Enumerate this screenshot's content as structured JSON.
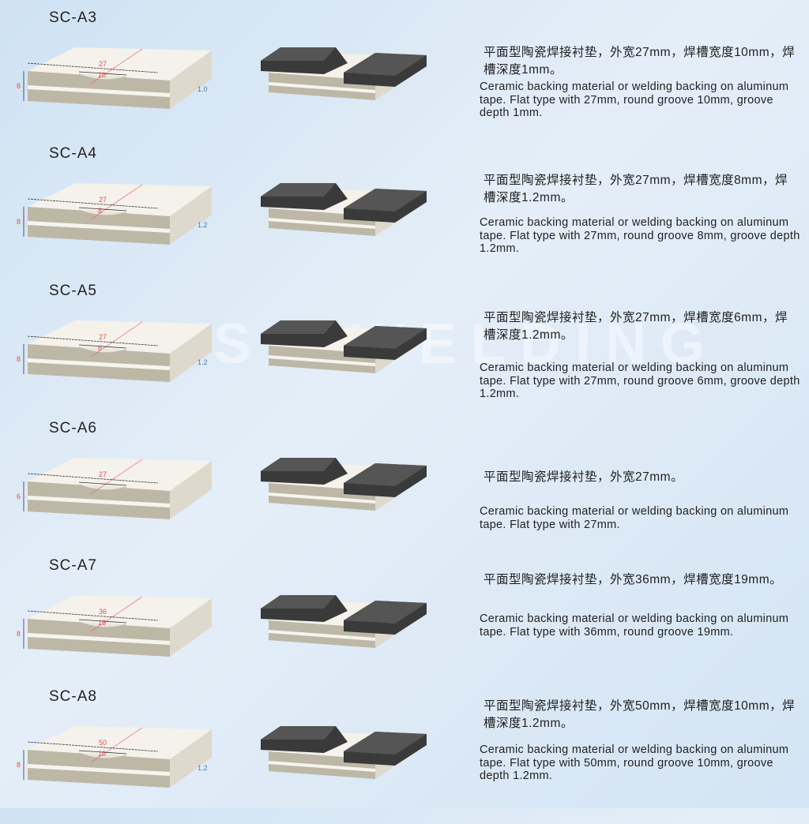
{
  "watermark": "SC WELDING",
  "colors": {
    "background": "#d6e6f5",
    "ceramic": "#f4f2ea",
    "ceramic_side": "#bdb8a6",
    "tape": "#3a3a3a",
    "dimension_label": "#e05050"
  },
  "products": [
    {
      "code": "SC-A3",
      "cn": "平面型陶瓷焊接衬垫，外宽27mm，焊槽宽度10mm，焊槽深度1mm。",
      "en": "Ceramic backing material or welding backing on aluminum tape. Flat type with 27mm, round groove 10mm, groove depth 1mm.",
      "dims": {
        "width": "27",
        "groove": "10",
        "height": "8",
        "depth": "1.0"
      }
    },
    {
      "code": "SC-A4",
      "cn": "平面型陶瓷焊接衬垫，外宽27mm，焊槽宽度8mm，焊槽深度1.2mm。",
      "en": "Ceramic backing material or welding backing on aluminum tape. Flat type with 27mm, round groove 8mm, groove depth 1.2mm.",
      "dims": {
        "width": "27",
        "groove": "8",
        "height": "8",
        "depth": "1.2"
      }
    },
    {
      "code": "SC-A5",
      "cn": "平面型陶瓷焊接衬垫，外宽27mm，焊槽宽度6mm，焊槽深度1.2mm。",
      "en": "Ceramic backing material or welding backing on aluminum tape. Flat type with 27mm, round groove 6mm, groove depth 1.2mm.",
      "dims": {
        "width": "27",
        "groove": "6",
        "height": "8",
        "depth": "1.2"
      }
    },
    {
      "code": "SC-A6",
      "cn": "平面型陶瓷焊接衬垫，外宽27mm。",
      "en": "Ceramic backing material or welding backing on aluminum tape. Flat type with 27mm.",
      "dims": {
        "width": "27",
        "groove": "",
        "height": "6",
        "depth": ""
      }
    },
    {
      "code": "SC-A7",
      "cn": "平面型陶瓷焊接衬垫，外宽36mm，焊槽宽度19mm。",
      "en": "Ceramic backing material or welding backing on aluminum tape. Flat type with 36mm, round groove 19mm.",
      "dims": {
        "width": "36",
        "groove": "19",
        "height": "8",
        "depth": ""
      }
    },
    {
      "code": "SC-A8",
      "cn": "平面型陶瓷焊接衬垫，外宽50mm，焊槽宽度10mm，焊槽深度1.2mm。",
      "en": "Ceramic backing material or welding backing on aluminum tape. Flat type with 50mm, round groove 10mm, groove depth 1.2mm.",
      "dims": {
        "width": "50",
        "groove": "10",
        "height": "8",
        "depth": "1.2"
      }
    }
  ]
}
